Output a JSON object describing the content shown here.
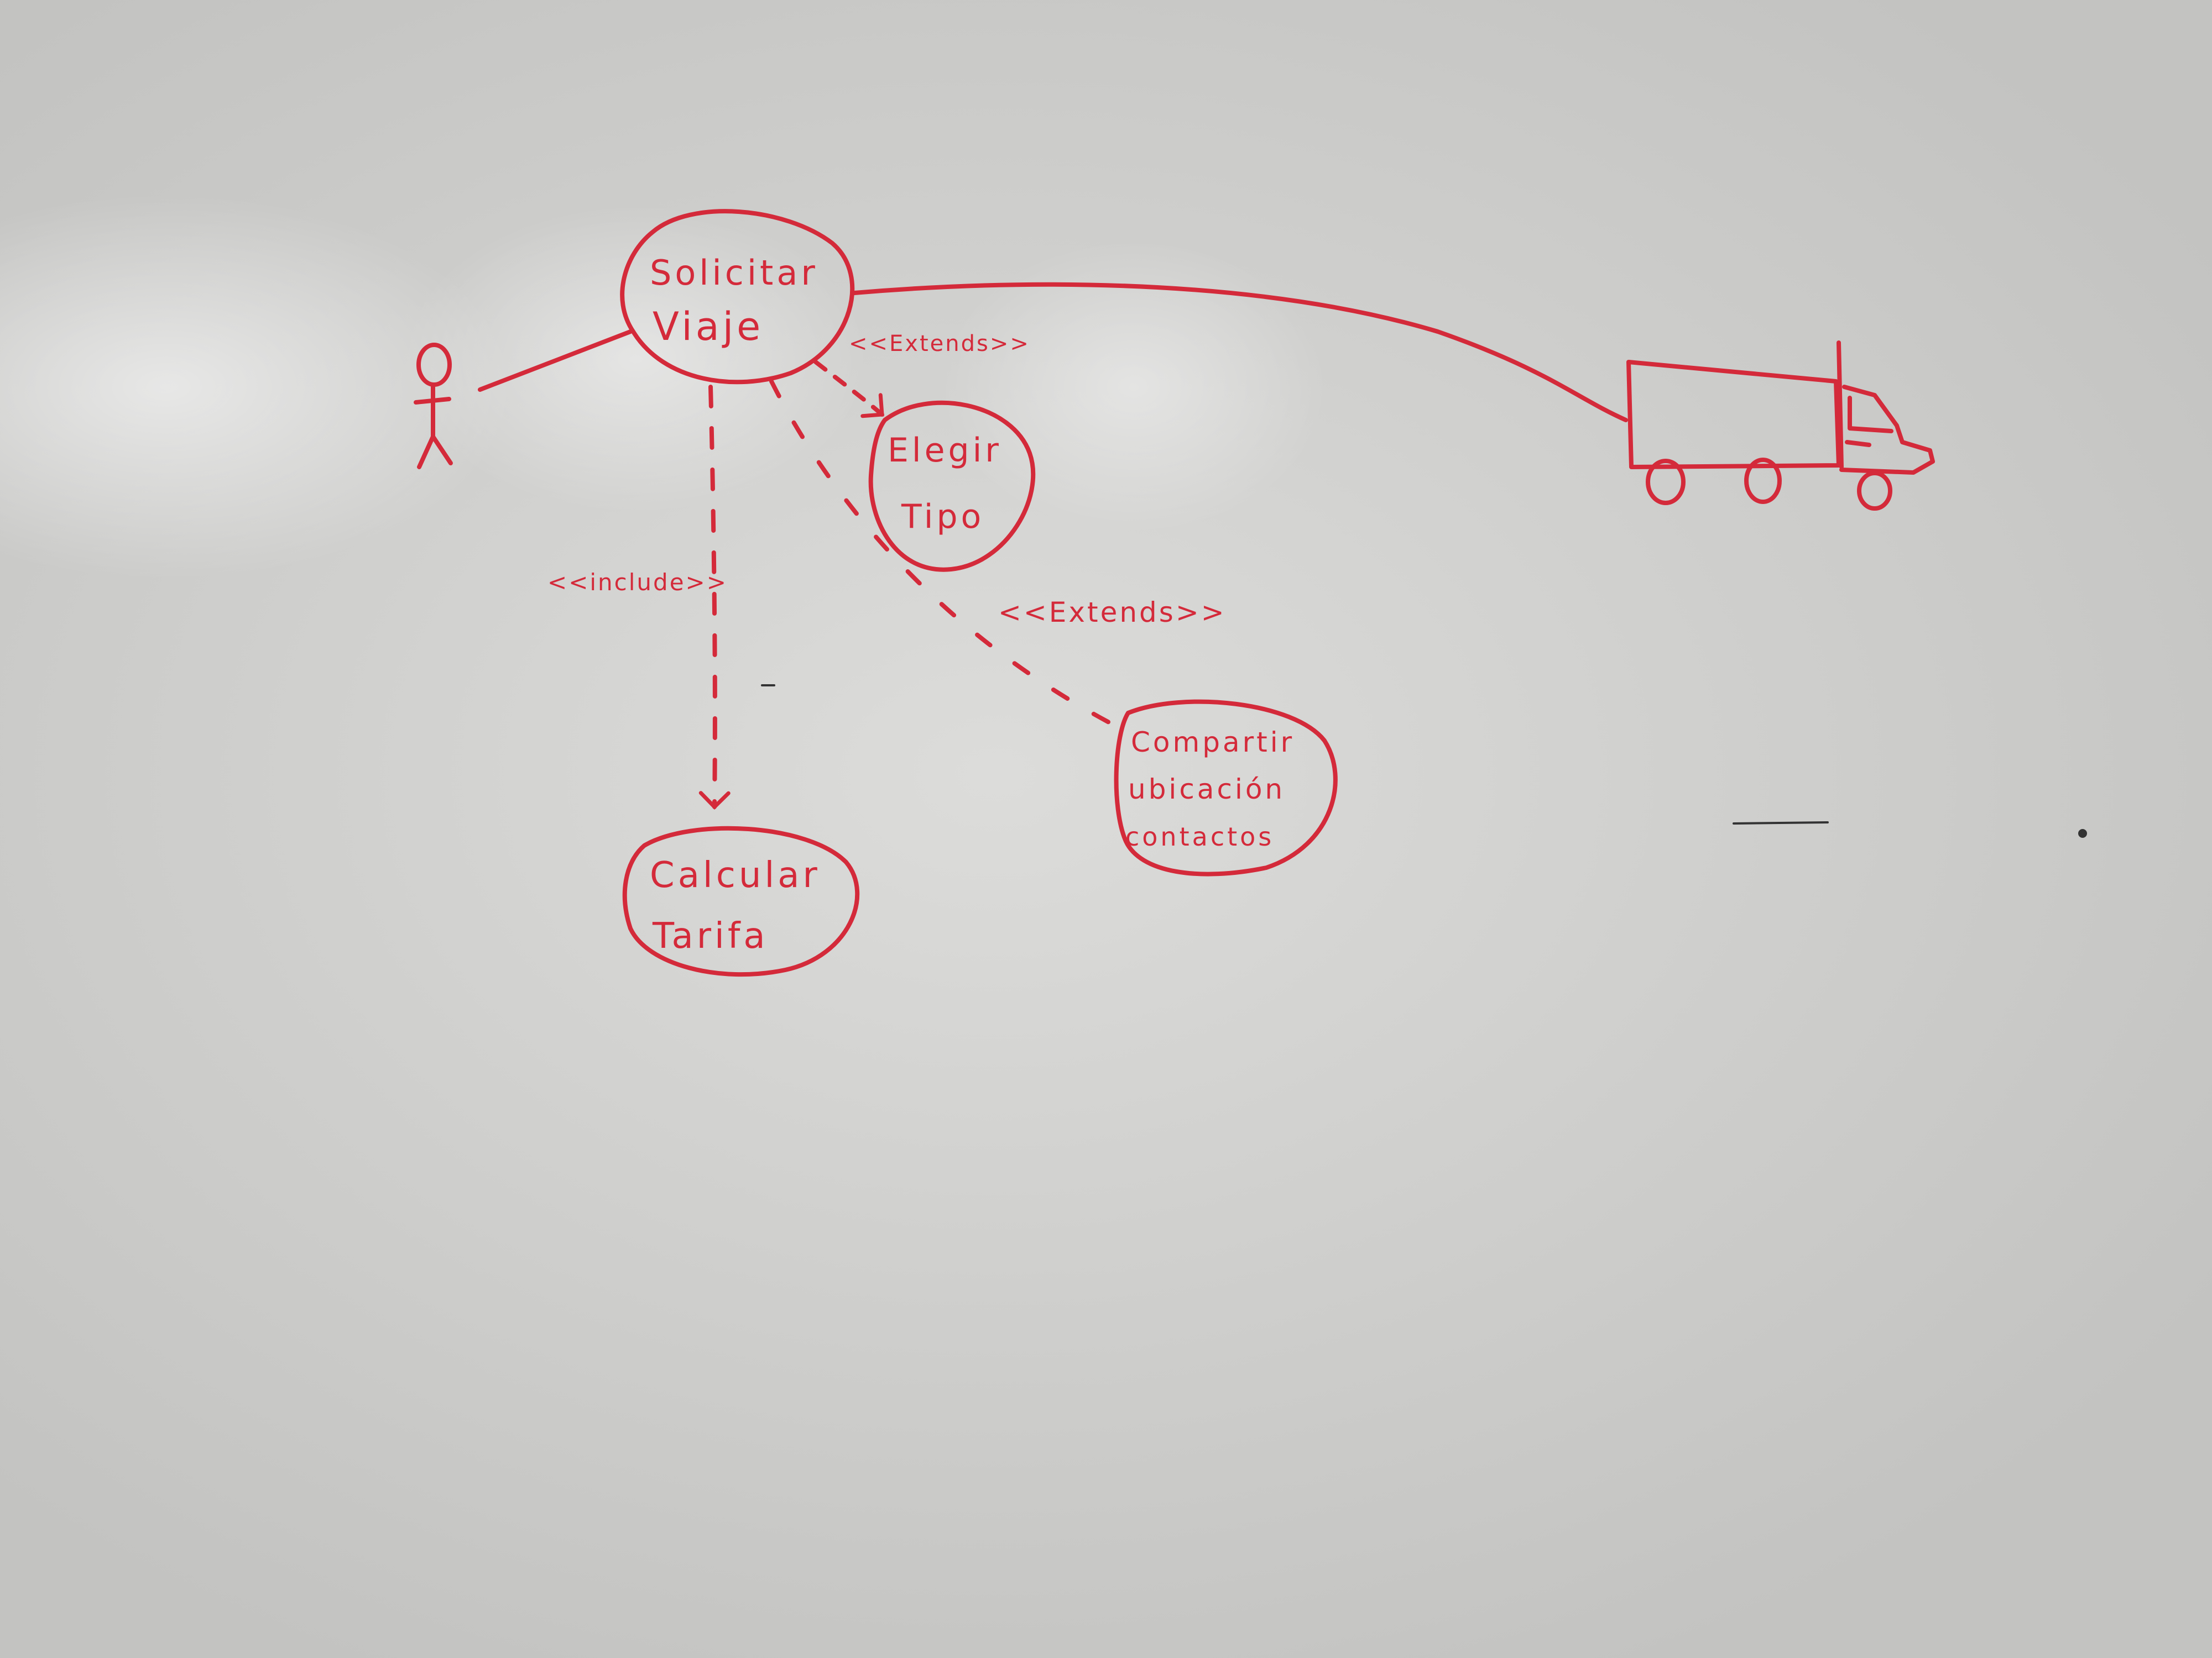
{
  "diagram": {
    "ink_color": "#d42a3a",
    "actor_icon": "stick-figure-icon",
    "truck_icon": "truck-icon",
    "use_cases": {
      "solicitar_viaje": [
        "Solicitar",
        "Viaje"
      ],
      "elegir_tipo": [
        "Elegir",
        "Tipo"
      ],
      "calcular_tarifa": [
        "Calcular",
        "Tarifa"
      ],
      "compartir_ubicacion": [
        "Compartir",
        "ubicación",
        "contactos"
      ]
    },
    "relations": {
      "extends_elegir": "<<Extends>>",
      "extends_compartir": "<<Extends>>",
      "include_calcular": "<<include>>"
    }
  }
}
